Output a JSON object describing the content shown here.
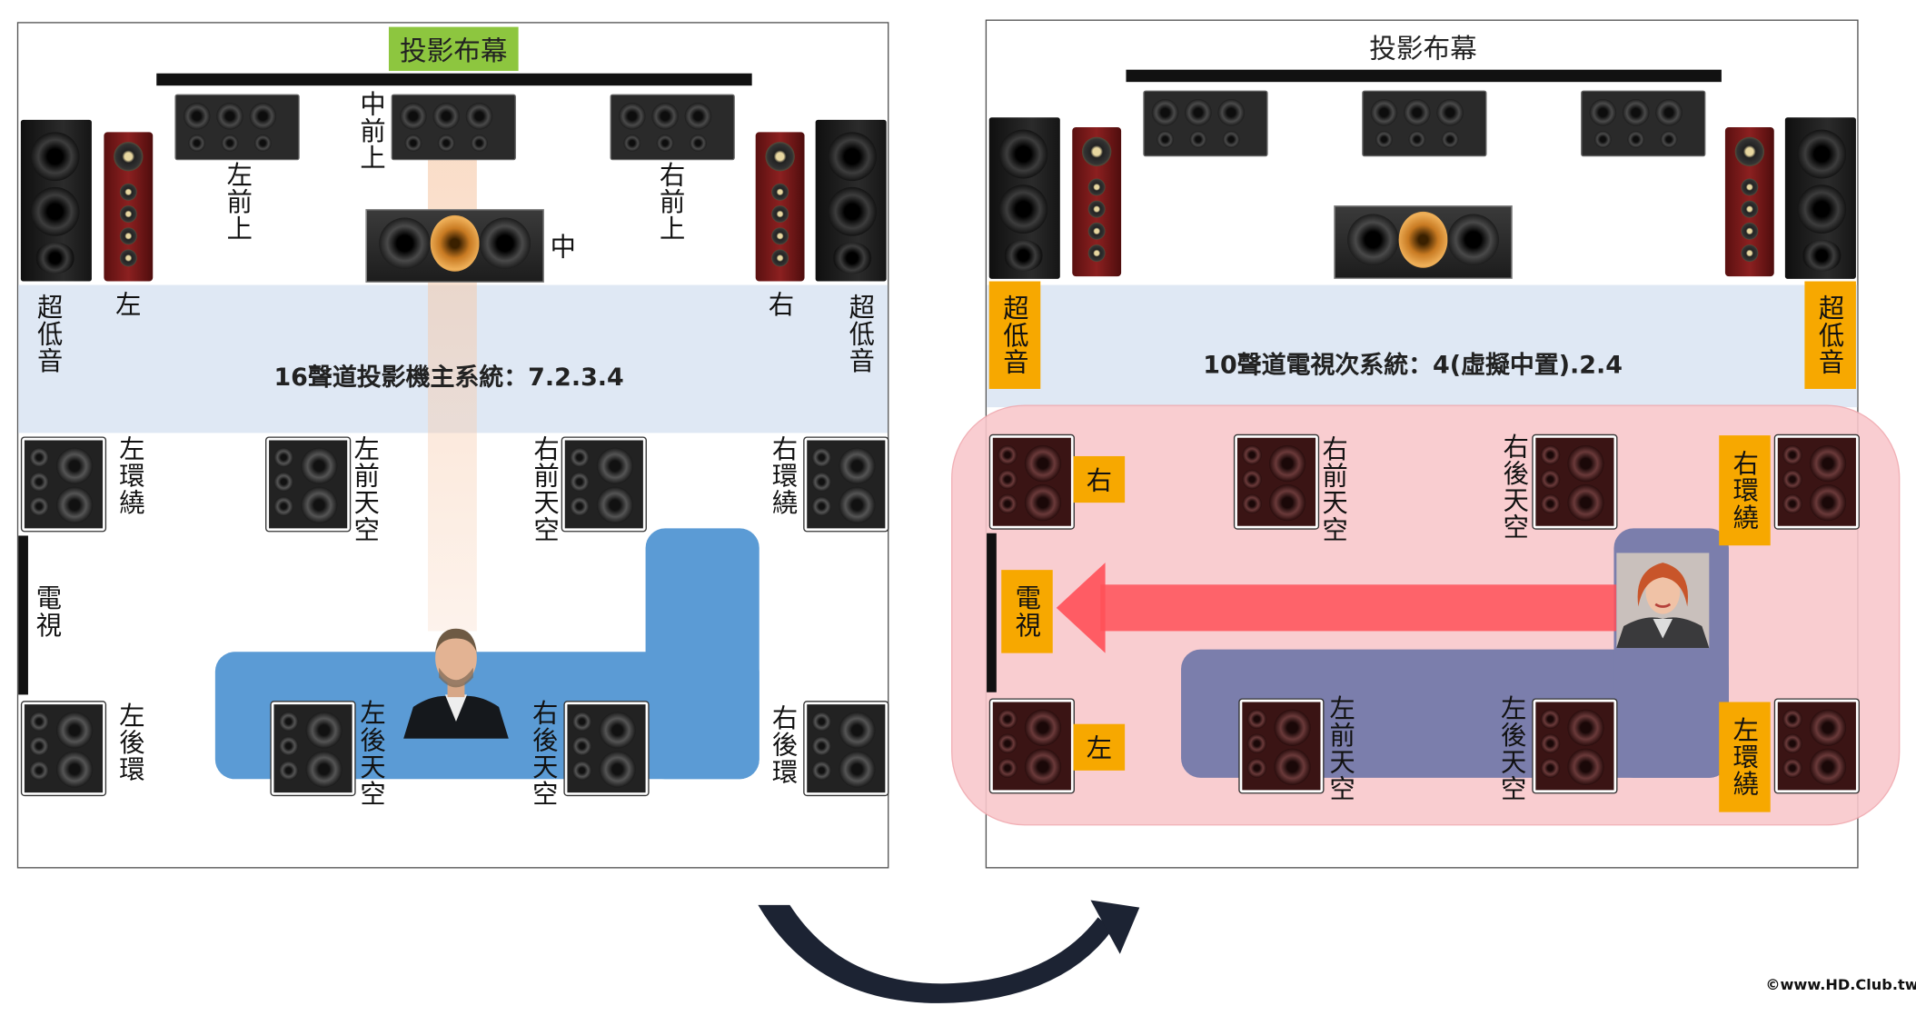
{
  "left": {
    "screen_label": "投影布幕",
    "system_label": "16聲道投影機主系統：7.2.3.4",
    "labels": {
      "sub_left": "超低音",
      "sub_right": "超低音",
      "front_left": "左",
      "front_right": "右",
      "center": "中",
      "center_top": "中前上",
      "left_front_top": "左前上",
      "right_front_top": "右前上",
      "left_surround": "左環繞",
      "right_surround": "右環繞",
      "left_front_sky": "左前天空",
      "right_front_sky": "右前天空",
      "left_rear_sky": "左後天空",
      "right_rear_sky": "右後天空",
      "left_rear": "左後環",
      "right_rear": "右後環",
      "tv": "電視"
    }
  },
  "right": {
    "screen_label": "投影布幕",
    "system_label": "10聲道電視次系統：4(虛擬中置).2.4",
    "labels": {
      "sub_left": "超低音",
      "sub_right": "超低音",
      "right": "右",
      "left": "左",
      "right_surround": "右環繞",
      "left_surround": "左環繞",
      "right_front_sky": "右前天空",
      "right_rear_sky": "右後天空",
      "left_front_sky": "左前天空",
      "left_rear_sky": "左後天空",
      "tv": "電視"
    }
  },
  "watermark": "©www.HD.Club.tw",
  "colors": {
    "screen_label_bg": "#8dc63f",
    "band": "#dfe8f4",
    "seating_left": "#5b9bd5",
    "seating_right": "#7b7eac",
    "highlight_zone": "#f9c8cc",
    "orange_tag": "#f7a800",
    "arrow_red": "#ff5a5f"
  }
}
